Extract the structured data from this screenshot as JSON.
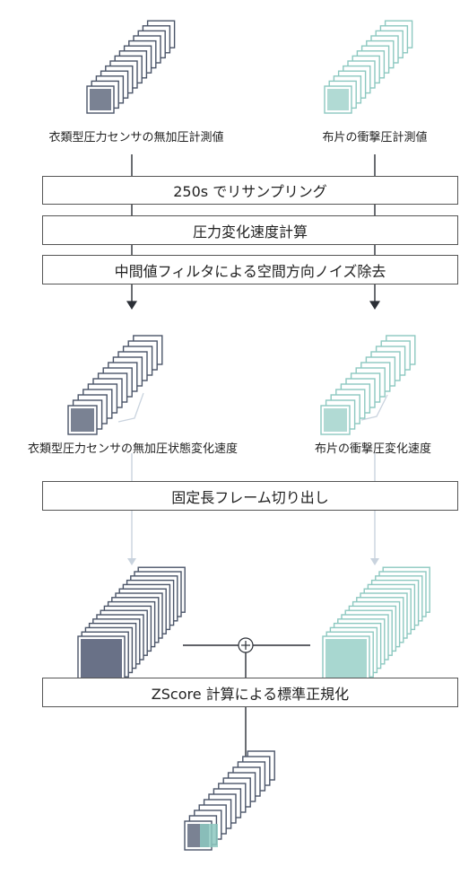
{
  "diagram": {
    "labels": {
      "dress_raw": "衣類型圧力センサの無加圧計測値",
      "cloth_raw": "布片の衝撃圧計測値",
      "dress_rate": "衣類型圧力センサの無加圧状態変化速度",
      "cloth_rate": "布片の衝撃圧変化速度"
    },
    "steps": {
      "resample": "250s でリサンプリング",
      "rate": "圧力変化速度計算",
      "median": "中間値フィルタによる空間方向ノイズ除去",
      "frame": "固定長フレーム切り出し",
      "zscore": "ZScore 計算による標準正規化"
    },
    "colors": {
      "dark": "#4a5468",
      "dark_fill": "#ffffff",
      "teal": "#8cc8c0",
      "line": "#2b2f36",
      "faint_line": "#c9d3de"
    }
  }
}
